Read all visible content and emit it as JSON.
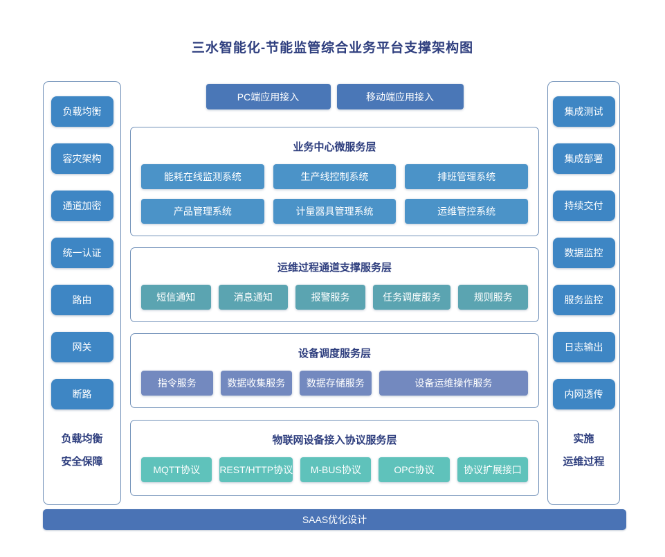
{
  "title": "三水智能化-节能监管综合业务平台支撑架构图",
  "left_panel": {
    "items": [
      "负载均衡",
      "容灾架构",
      "通道加密",
      "统一认证",
      "路由",
      "网关",
      "断路"
    ],
    "footer_lines": [
      "负载均衡",
      "安全保障"
    ]
  },
  "right_panel": {
    "items": [
      "集成测试",
      "集成部署",
      "持续交付",
      "数据监控",
      "服务监控",
      "日志输出",
      "内网透传"
    ],
    "footer_lines": [
      "实施",
      "运维过程"
    ]
  },
  "top_buttons": [
    "PC端应用接入",
    "移动端应用接入"
  ],
  "sections": [
    {
      "title": "业务中心微服务层",
      "items": [
        "能耗在线监测系统",
        "生产线控制系统",
        "排班管理系统",
        "产品管理系统",
        "计量器具管理系统",
        "运维管控系统"
      ]
    },
    {
      "title": "运维过程通道支撑服务层",
      "items": [
        "短信通知",
        "消息通知",
        "报警服务",
        "任务调度服务",
        "规则服务"
      ]
    },
    {
      "title": "设备调度服务层",
      "items": [
        "指令服务",
        "数据收集服务",
        "数据存储服务",
        "设备运维操作服务"
      ]
    },
    {
      "title": "物联网设备接入协议服务层",
      "items": [
        "MQTT协议",
        "REST/HTTP协议",
        "M-BUS协议",
        "OPC协议",
        "协议扩展接口"
      ]
    }
  ],
  "bottom_bar": "SAAS优化设计",
  "colors": {
    "title_navy": "#2e3e7e",
    "panel_border": "#7090b8",
    "side_btn": "#3e86c4",
    "top_btn": "#4a77b7",
    "s1_btn": "#4b93c8",
    "s2_btn": "#5ba4b1",
    "s3_btn": "#7389bf",
    "s4_btn": "#5fc2bb",
    "bottom_bar": "#4a73b5"
  }
}
